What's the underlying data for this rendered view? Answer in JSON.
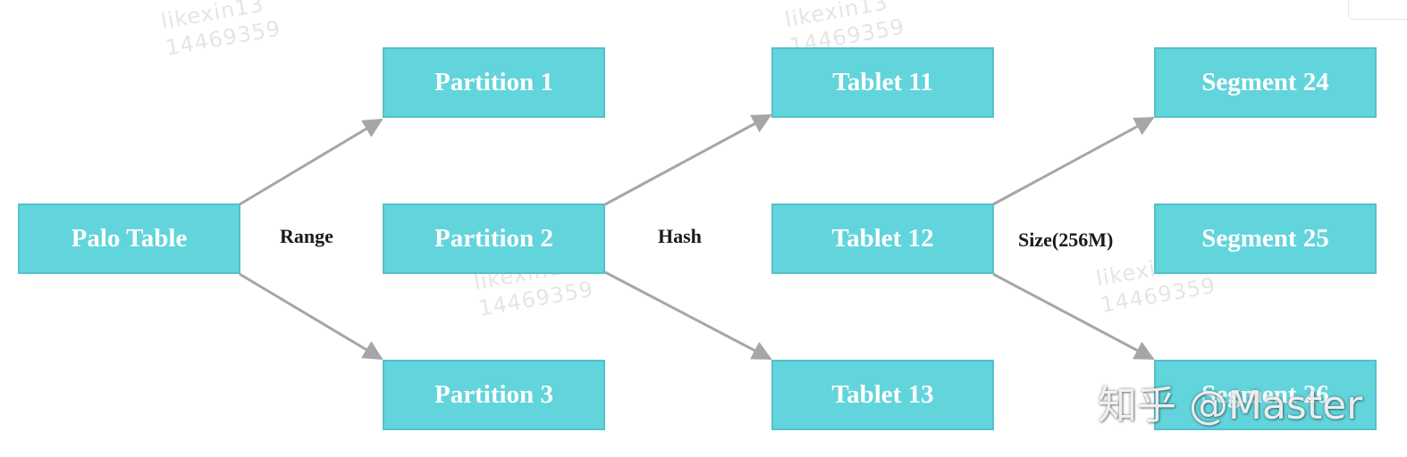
{
  "diagram": {
    "colors": {
      "node_fill": "#62d4dc",
      "node_border": "#52c2ca",
      "node_text": "#ffffff",
      "arrow": "#a6a6a6"
    },
    "nodes": {
      "table": "Palo Table",
      "partitions": [
        "Partition 1",
        "Partition 2",
        "Partition 3"
      ],
      "tablets": [
        "Tablet 11",
        "Tablet 12",
        "Tablet 13"
      ],
      "segments": [
        "Segment 24",
        "Segment 25",
        "Segment 26"
      ]
    },
    "edge_labels": {
      "range": "Range",
      "hash": "Hash",
      "size": "Size(256M)"
    }
  },
  "watermarks": {
    "user": "likexin13",
    "id": "14469359"
  },
  "brand": "知乎 @Master"
}
